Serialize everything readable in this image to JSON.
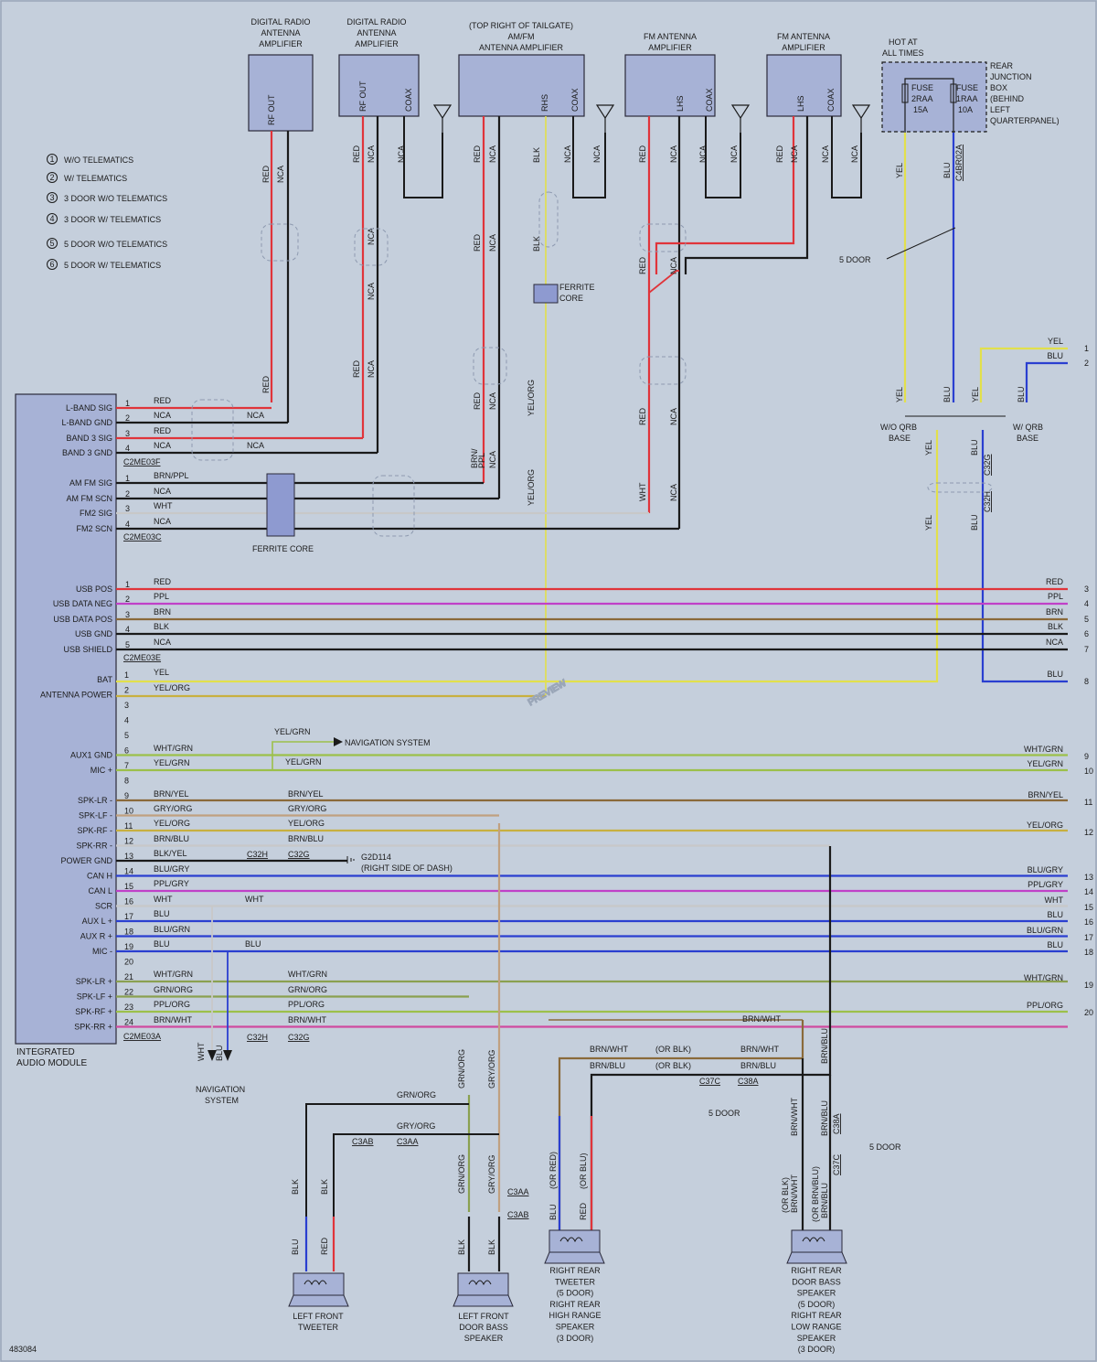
{
  "doc_id": "483084",
  "watermark": "PREVIEW",
  "module": {
    "title_line1": "INTEGRATED",
    "title_line2": "AUDIO MODULE",
    "pins_c2me03f": [
      "L-BAND SIG",
      "L-BAND GND",
      "BAND 3 SIG",
      "BAND 3 GND"
    ],
    "pins_c2me03c": [
      "AM FM SIG",
      "AM FM SCN",
      "FM2 SIG",
      "FM2 SCN"
    ],
    "pins_c2me03e": [
      "USB POS",
      "USB DATA NEG",
      "USB DATA POS",
      "USB GND",
      "USB SHIELD"
    ],
    "pins_c2me03a": [
      "BAT",
      "ANTENNA POWER",
      "",
      "",
      "",
      "AUX1 GND",
      "MIC +",
      "",
      "SPK-LR -",
      "SPK-LF -",
      "SPK-RF -",
      "SPK-RR -",
      "POWER GND",
      "CAN H",
      "CAN L",
      "SCR",
      "AUX L +",
      "AUX R +",
      "MIC -",
      "",
      "SPK-LR +",
      "SPK-LF +",
      "SPK-RF +",
      "SPK-RR +"
    ]
  },
  "connectors": {
    "c2me03f": "C2ME03F",
    "c2me03c": "C2ME03C",
    "c2me03e": "C2ME03E",
    "c2me03a": "C2ME03A",
    "c32h": "C32H",
    "c32g": "C32G",
    "c3ab": "C3AB",
    "c3aa": "C3AA",
    "c37c": "C37C",
    "c38a": "C38A",
    "c4br02a": "C4BR02A"
  },
  "amplifiers": {
    "dab1_line1": "DIGITAL RADIO",
    "dab1_line2": "ANTENNA",
    "dab1_line3": "AMPLIFIER",
    "dab1_pin": "RF OUT",
    "dab2_line1": "DIGITAL RADIO",
    "dab2_line2": "ANTENNA",
    "dab2_line3": "AMPLIFIER",
    "dab2_pin1": "RF OUT",
    "dab2_pin2": "COAX",
    "amfm_line1": "(TOP RIGHT OF TAILGATE)",
    "amfm_line2": "AM/FM",
    "amfm_line3": "ANTENNA AMPLIFIER",
    "amfm_pin1": "RHS",
    "amfm_pin2": "COAX",
    "fm1_line1": "FM ANTENNA",
    "fm1_line2": "AMPLIFIER",
    "fm1_pin1": "LHS",
    "fm1_pin2": "COAX",
    "fm2_line1": "FM ANTENNA",
    "fm2_line2": "AMPLIFIER",
    "fm2_pin1": "LHS",
    "fm2_pin2": "COAX"
  },
  "fuse_box": {
    "hot_line1": "HOT AT",
    "hot_line2": "ALL TIMES",
    "fuse1_line1": "FUSE",
    "fuse1_line2": "2RAA",
    "fuse1_line3": "15A",
    "fuse2_line1": "FUSE",
    "fuse2_line2": "1RAA",
    "fuse2_line3": "10A",
    "label_line1": "REAR",
    "label_line2": "JUNCTION",
    "label_line3": "BOX",
    "label_line4": "(BEHIND",
    "label_line5": "LEFT",
    "label_line6": "QUARTERPANEL)"
  },
  "legend": [
    {
      "num": "1",
      "text": "W/O TELEMATICS"
    },
    {
      "num": "2",
      "text": "W/ TELEMATICS"
    },
    {
      "num": "3",
      "text": "3 DOOR W/O TELEMATICS"
    },
    {
      "num": "4",
      "text": "3 DOOR W/ TELEMATICS"
    },
    {
      "num": "5",
      "text": "5 DOOR W/O TELEMATICS"
    },
    {
      "num": "6",
      "text": "5 DOOR W/ TELEMATICS"
    }
  ],
  "wire_labels": {
    "red": "RED",
    "nca": "NCA",
    "brn_ppl": "BRN/PPL",
    "wht": "WHT",
    "ppl": "PPL",
    "brn": "BRN",
    "blk": "BLK",
    "yel": "YEL",
    "yel_org": "YEL/ORG",
    "wht_grn": "WHT/GRN",
    "yel_grn": "YEL/GRN",
    "brn_yel": "BRN/YEL",
    "gry_org": "GRY/ORG",
    "brn_blu": "BRN/BLU",
    "blk_yel": "BLK/YEL",
    "blu_gry": "BLU/GRY",
    "ppl_gry": "PPL/GRY",
    "blu": "BLU",
    "blu_grn": "BLU/GRN",
    "grn_org": "GRN/ORG",
    "ppl_org": "PPL/ORG",
    "brn_wht": "BRN/WHT",
    "brn_slash_ppl1": "BRN/",
    "brn_slash_ppl2": "PPL",
    "or_blk": "(OR BLK)",
    "or_red": "(OR RED)",
    "or_blu": "(OR BLU)",
    "or_blk_p": "(OR BLK)",
    "or_brn_blu": "(OR BRN/BLU)"
  },
  "notes": {
    "ferrite_core": "FERRITE CORE",
    "ferrite_core2a": "FERRITE",
    "ferrite_core2b": "CORE",
    "navigation": "NAVIGATION SYSTEM",
    "navigation_b1": "NAVIGATION",
    "navigation_b2": "SYSTEM",
    "ground1": "G2D114",
    "ground2": "(RIGHT SIDE OF DASH)",
    "five_door": "5 DOOR",
    "woqrb1": "W/O QRB",
    "woqrb2": "BASE",
    "wqrb1": "W/ QRB",
    "wqrb2": "BASE"
  },
  "speakers": {
    "lft_line1": "LEFT FRONT",
    "lft_line2": "TWEETER",
    "lfd_line1": "LEFT FRONT",
    "lfd_line2": "DOOR BASS",
    "lfd_line3": "SPEAKER",
    "rrt_lines": [
      "RIGHT REAR",
      "TWEETER",
      "(5 DOOR)",
      "RIGHT REAR",
      "HIGH RANGE",
      "SPEAKER",
      "(3 DOOR)"
    ],
    "rrd_lines": [
      "RIGHT REAR",
      "DOOR BASS",
      "SPEAKER",
      "(5 DOOR)",
      "RIGHT REAR",
      "LOW RANGE",
      "SPEAKER",
      "(3 DOOR)"
    ]
  },
  "right_pins": [
    {
      "num": "1",
      "label": "YEL"
    },
    {
      "num": "2",
      "label": "BLU"
    },
    {
      "num": "3",
      "label": "RED"
    },
    {
      "num": "4",
      "label": "PPL"
    },
    {
      "num": "5",
      "label": "BRN"
    },
    {
      "num": "6",
      "label": "BLK"
    },
    {
      "num": "7",
      "label": "NCA"
    },
    {
      "num": "8",
      "label": "BLU"
    },
    {
      "num": "9",
      "label": "WHT/GRN"
    },
    {
      "num": "10",
      "label": "YEL/GRN"
    },
    {
      "num": "11",
      "label": "BRN/YEL"
    },
    {
      "num": "12",
      "label": "YEL/ORG"
    },
    {
      "num": "13",
      "label": "BLU/GRY"
    },
    {
      "num": "14",
      "label": "PPL/GRY"
    },
    {
      "num": "15",
      "label": "WHT"
    },
    {
      "num": "16",
      "label": "BLU"
    },
    {
      "num": "17",
      "label": "BLU/GRN"
    },
    {
      "num": "18",
      "label": "BLU"
    },
    {
      "num": "19",
      "label": "WHT/GRN"
    },
    {
      "num": "20",
      "label": "PPL/ORG"
    }
  ],
  "colors": {
    "red": "#e0343a",
    "black": "#1a1a1a",
    "purple": "#c040c8",
    "brown": "#8a6a3a",
    "blue": "#2a3fd0",
    "yellow": "#e2e04c",
    "yelgrn": "#9cc04a",
    "grey": "#c8c8c8",
    "grnorg": "#8aa050",
    "gryorg": "#c0a080",
    "pplorg": "#d04aa0",
    "yelorg": "#c8b040",
    "box": "#a7b2d6",
    "bg": "#c5cfdc"
  }
}
